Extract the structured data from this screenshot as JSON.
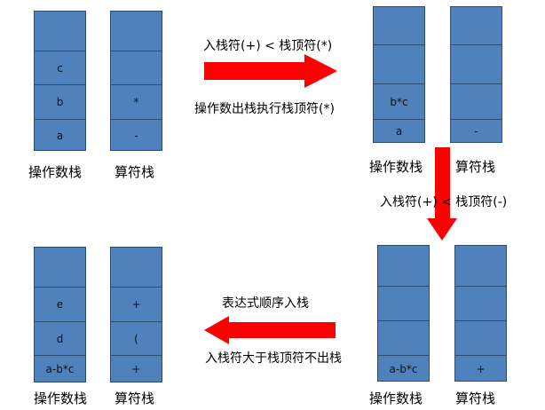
{
  "colors": {
    "stack_fill": "#4f81bd",
    "stack_border": "#2e4d73",
    "arrow": "#ff0000"
  },
  "panels": {
    "top_left": {
      "operand_stack": {
        "title": "操作数栈",
        "cells": [
          "",
          "c",
          "b",
          "a"
        ]
      },
      "operator_stack": {
        "title": "算符栈",
        "cells": [
          "",
          "",
          "*",
          "-"
        ]
      }
    },
    "top_right": {
      "operand_stack": {
        "title": "操作数栈",
        "cells": [
          "",
          "",
          "b*c",
          "a"
        ]
      },
      "operator_stack": {
        "title": "算符栈",
        "cells": [
          "",
          "",
          "",
          "-"
        ]
      }
    },
    "bottom_right": {
      "operand_stack": {
        "title": "操作数栈",
        "cells": [
          "",
          "",
          "",
          "a-b*c"
        ]
      },
      "operator_stack": {
        "title": "算符栈",
        "cells": [
          "",
          "",
          "",
          "+"
        ]
      }
    },
    "bottom_left": {
      "operand_stack": {
        "title": "操作数栈",
        "cells": [
          "",
          "e",
          "d",
          "a-b*c"
        ]
      },
      "operator_stack": {
        "title": "算符栈",
        "cells": [
          "",
          "+",
          "(",
          "+"
        ]
      }
    }
  },
  "transitions": {
    "step1_condition": "入栈符(+) < 栈顶符(*)",
    "step1_action": "操作数出栈执行栈顶符(*)",
    "step2_condition": "入栈符(+) < 栈顶符(-)",
    "step3_action": "表达式顺序入栈",
    "step3_condition": "入栈符大于栈顶符不出栈"
  }
}
